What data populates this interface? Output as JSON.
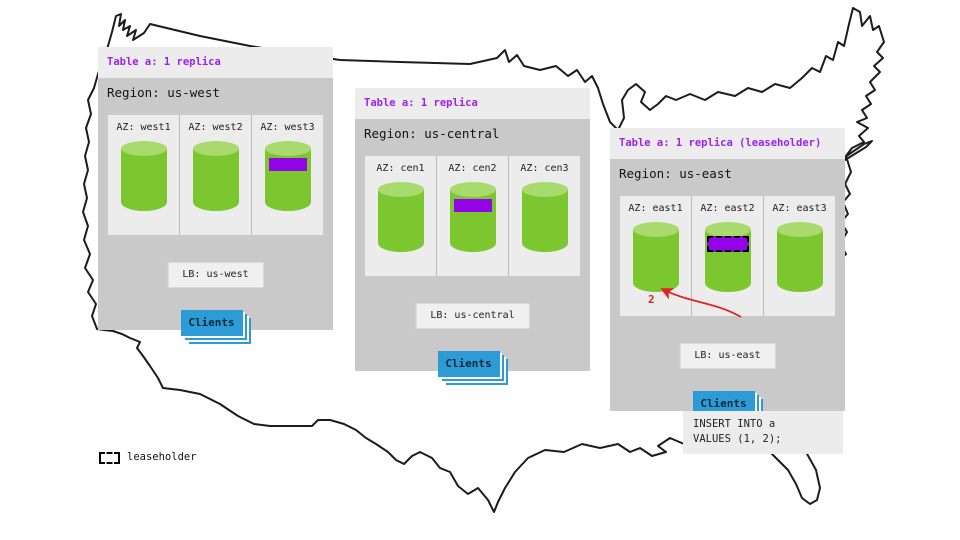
{
  "diagram": {
    "legend": {
      "label": "leaseholder"
    },
    "sql_note": {
      "line1": "INSERT INTO a",
      "line2": "VALUES (1, 2);"
    },
    "arrow": {
      "label": "2"
    }
  },
  "colors": {
    "cylinder_body": "#7cc62f",
    "cylinder_top": "#a9da6e",
    "replica_chip": "#9303e8",
    "clients_blue": "#2d9bd5",
    "table_label_purple": "#a020f0",
    "arrow_red": "#e02424",
    "panel_gray": "#c9c9c9",
    "panel_light": "#ececec",
    "map_stroke": "#1c1c1c"
  },
  "regions": [
    {
      "table_label": "Table a: 1 replica",
      "region_label": "Region: us-west",
      "azs": [
        {
          "label": "AZ: west1",
          "replica": false,
          "leaseholder": false
        },
        {
          "label": "AZ: west2",
          "replica": false,
          "leaseholder": false
        },
        {
          "label": "AZ: west3",
          "replica": true,
          "leaseholder": false
        }
      ],
      "lb_label": "LB: us-west",
      "clients_label": "Clients"
    },
    {
      "table_label": "Table a: 1 replica",
      "region_label": "Region: us-central",
      "azs": [
        {
          "label": "AZ: cen1",
          "replica": false,
          "leaseholder": false
        },
        {
          "label": "AZ: cen2",
          "replica": true,
          "leaseholder": false
        },
        {
          "label": "AZ: cen3",
          "replica": false,
          "leaseholder": false
        }
      ],
      "lb_label": "LB: us-central",
      "clients_label": "Clients"
    },
    {
      "table_label": "Table a: 1 replica (leaseholder)",
      "region_label": "Region: us-east",
      "azs": [
        {
          "label": "AZ: east1",
          "replica": false,
          "leaseholder": false
        },
        {
          "label": "AZ: east2",
          "replica": true,
          "leaseholder": true
        },
        {
          "label": "AZ: east3",
          "replica": false,
          "leaseholder": false
        }
      ],
      "lb_label": "LB: us-east",
      "clients_label": "Clients"
    }
  ]
}
